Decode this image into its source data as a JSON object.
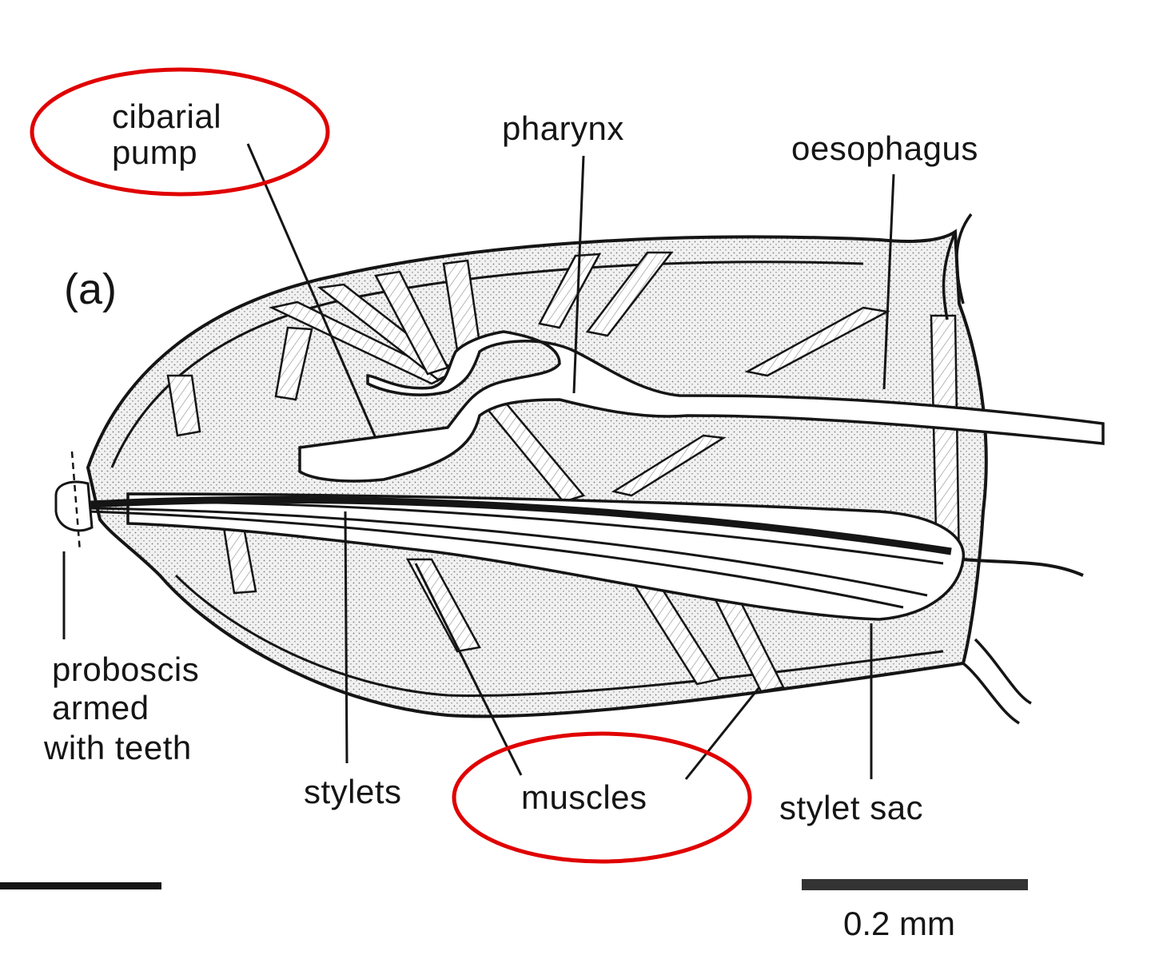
{
  "panel_label": "(a)",
  "labels": {
    "cibarial_line1": "cibarial",
    "cibarial_line2": "pump",
    "pharynx": "pharynx",
    "oesophagus": "oesophagus",
    "proboscis_line1": "proboscis",
    "proboscis_line2": "armed",
    "proboscis_line3": "with teeth",
    "stylets": "stylets",
    "muscles": "muscles",
    "stylet_sac": "stylet sac"
  },
  "scale_bar": {
    "label": "0.2 mm"
  },
  "colors": {
    "ink": "#151515",
    "highlight": "#e00000",
    "stipple": "#d9d9d9",
    "background": "#ffffff"
  }
}
